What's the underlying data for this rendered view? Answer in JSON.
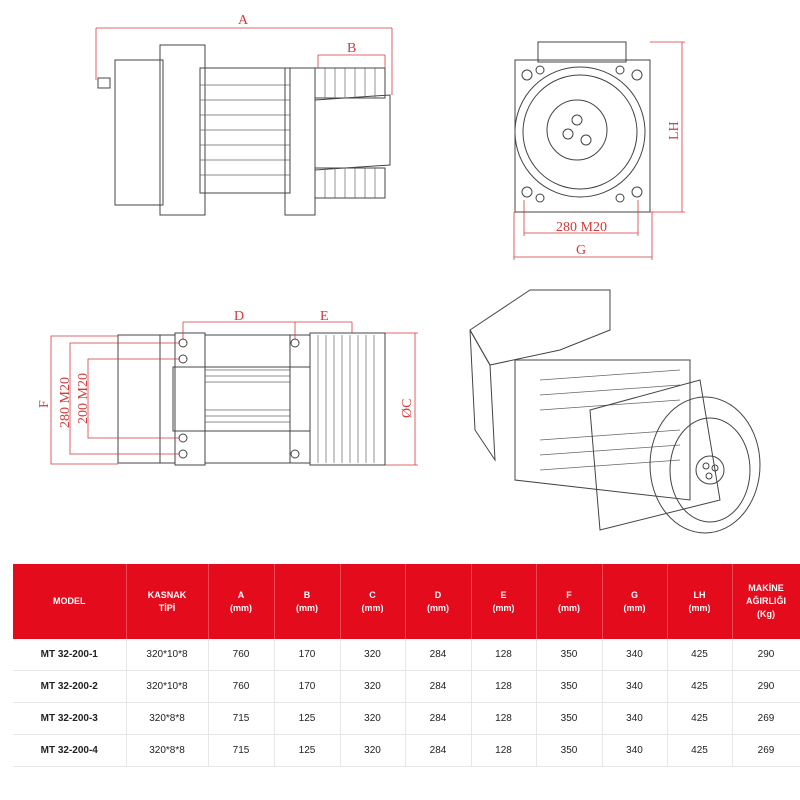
{
  "drawings": {
    "side_view": {
      "dim_a": "A",
      "dim_b": "B"
    },
    "front_view": {
      "dim_lh": "LH",
      "dim_bolt": "280 M20",
      "dim_g": "G"
    },
    "top_view": {
      "dim_d": "D",
      "dim_e": "E",
      "dim_f": "F",
      "dim_bolt_outer": "280 M20",
      "dim_bolt_inner": "200 M20",
      "dim_c": "ØC"
    }
  },
  "table": {
    "headers": [
      [
        "MODEL"
      ],
      [
        "KASNAK",
        "TİPİ"
      ],
      [
        "A",
        "(mm)"
      ],
      [
        "B",
        "(mm)"
      ],
      [
        "C",
        "(mm)"
      ],
      [
        "D",
        "(mm)"
      ],
      [
        "E",
        "(mm)"
      ],
      [
        "F",
        "(mm)"
      ],
      [
        "G",
        "(mm)"
      ],
      [
        "LH",
        "(mm)"
      ],
      [
        "MAKİNE",
        "AĞIRLIĞI",
        "(Kg)"
      ]
    ],
    "rows": [
      [
        "MT 32-200-1",
        "320*10*8",
        "760",
        "170",
        "320",
        "284",
        "128",
        "350",
        "340",
        "425",
        "290"
      ],
      [
        "MT 32-200-2",
        "320*10*8",
        "760",
        "170",
        "320",
        "284",
        "128",
        "350",
        "340",
        "425",
        "290"
      ],
      [
        "MT 32-200-3",
        "320*8*8",
        "715",
        "125",
        "320",
        "284",
        "128",
        "350",
        "340",
        "425",
        "269"
      ],
      [
        "MT 32-200-4",
        "320*8*8",
        "715",
        "125",
        "320",
        "284",
        "128",
        "350",
        "340",
        "425",
        "269"
      ]
    ]
  },
  "colors": {
    "header_red": "#e30b1c",
    "dimension_red": "#d43a3a"
  }
}
